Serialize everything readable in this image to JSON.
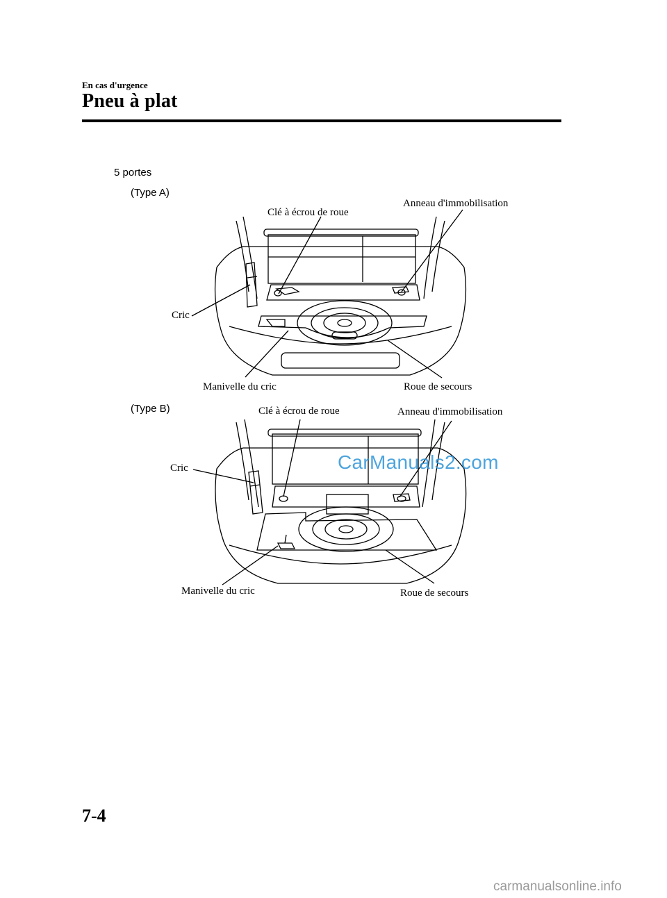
{
  "header": {
    "section": "En cas d'urgence",
    "title": "Pneu à plat"
  },
  "body": {
    "doors_heading": "5 portes",
    "type_a": {
      "label": "(Type A)",
      "callouts": {
        "wheel_nut_wrench": "Clé à écrou de roue",
        "tiedown_ring": "Anneau d'immobilisation",
        "jack": "Cric",
        "jack_handle": "Manivelle du cric",
        "spare_tire": "Roue de secours"
      }
    },
    "type_b": {
      "label": "(Type B)",
      "callouts": {
        "wheel_nut_wrench": "Clé à écrou de roue",
        "tiedown_ring": "Anneau d'immobilisation",
        "jack": "Cric",
        "jack_handle": "Manivelle du cric",
        "spare_tire": "Roue de secours"
      }
    }
  },
  "watermark": "CarManuals2.com",
  "footer": {
    "page_number": "7-4",
    "site": "carmanualsonline.info"
  }
}
